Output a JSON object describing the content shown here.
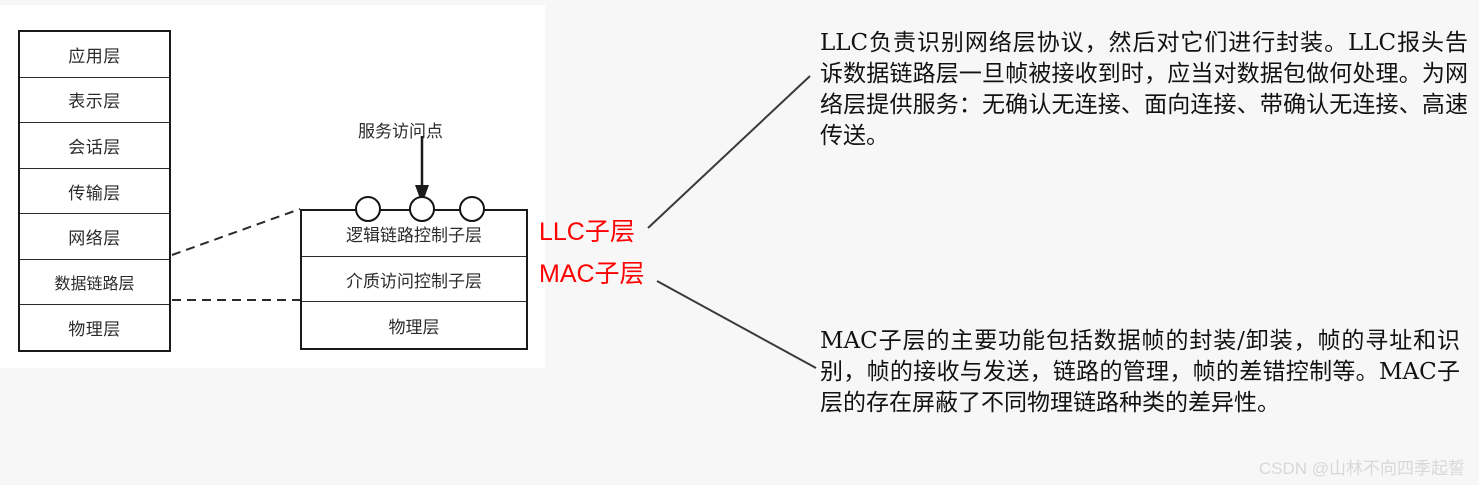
{
  "figure": {
    "osi_stack": {
      "name": "OSI seven layer model",
      "layers": [
        {
          "label": "应用层"
        },
        {
          "label": "表示层"
        },
        {
          "label": "会话层"
        },
        {
          "label": "传输层"
        },
        {
          "label": "网络层"
        },
        {
          "label": "数据链路层"
        },
        {
          "label": "物理层"
        }
      ]
    },
    "detail_box": {
      "name": "data link layer expanded view",
      "sublayers": [
        {
          "label": "逻辑链路控制子层"
        },
        {
          "label": "介质访问控制子层"
        },
        {
          "label": "物理层"
        }
      ]
    },
    "sap": {
      "label": "服务访问点",
      "circle_count": 3
    }
  },
  "callouts": {
    "llc": {
      "label": "LLC子层",
      "color": "#ff0000"
    },
    "mac": {
      "label": "MAC子层",
      "color": "#ff0000"
    }
  },
  "descriptions": {
    "llc": "LLC负责识别网络层协议，然后对它们进行封装。LLC报头告诉数据链路层一旦帧被接收到时，应当对数据包做何处理。为网络层提供服务：无确认无连接、面向连接、带确认无连接、高速传送。",
    "mac": "MAC子层的主要功能包括数据帧的封装/卸装，帧的寻址和识别，帧的接收与发送，链路的管理，帧的差错控制等。MAC子层的存在屏蔽了不同物理链路种类的差异性。"
  },
  "watermark": {
    "text": "CSDN @山林不向四季起誓"
  }
}
